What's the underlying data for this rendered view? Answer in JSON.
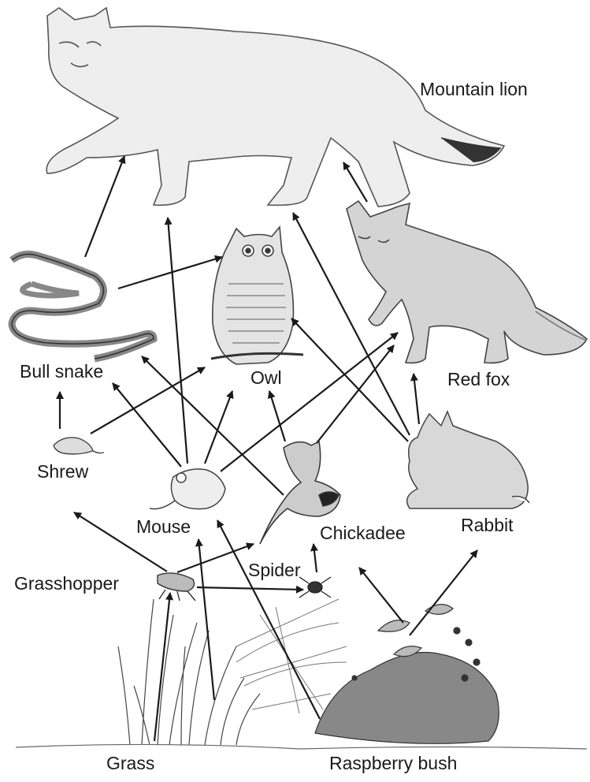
{
  "labels": {
    "mountain_lion": "Mountain lion",
    "red_fox": "Red fox",
    "bull_snake": "Bull snake",
    "owl": "Owl",
    "shrew": "Shrew",
    "mouse": "Mouse",
    "chickadee": "Chickadee",
    "rabbit": "Rabbit",
    "grasshopper": "Grasshopper",
    "spider": "Spider",
    "grass": "Grass",
    "raspberry_bush": "Raspberry bush"
  },
  "colors": {
    "ink": "#1a1a1a",
    "sketch": "#555555",
    "shade": "#c8c8c8",
    "light": "#e6e6e6"
  }
}
